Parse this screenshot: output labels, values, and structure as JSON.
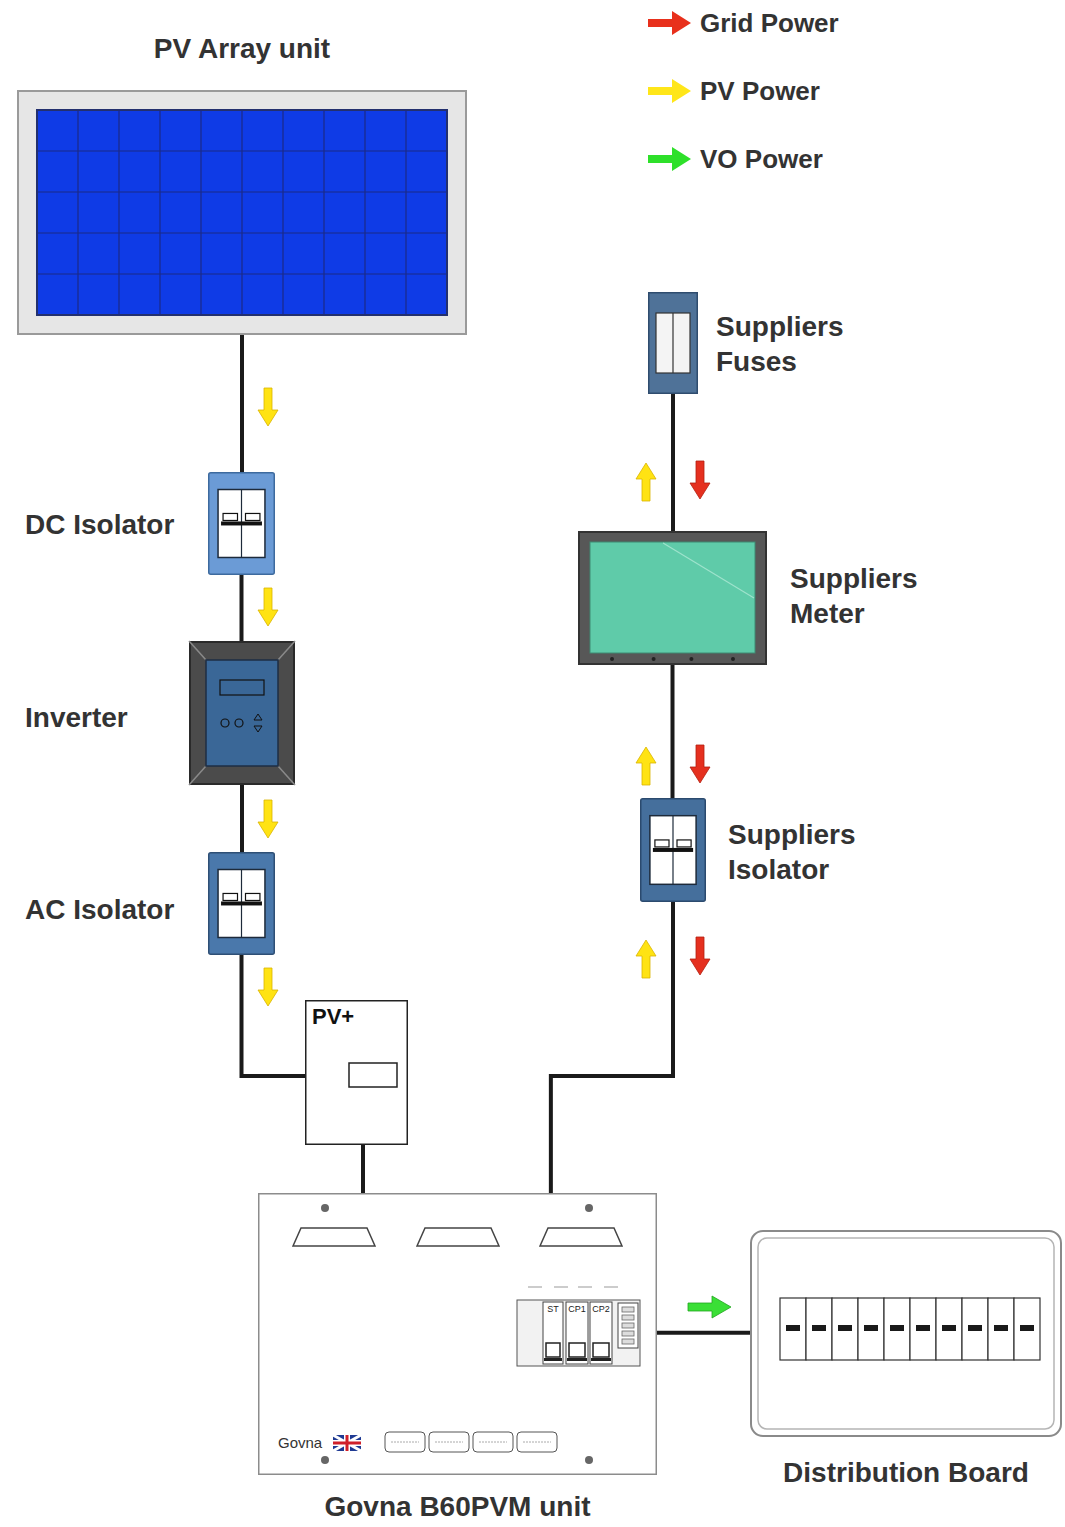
{
  "diagram": {
    "nodes": [
      {
        "text": [
          "PV Array unit"
        ]
      },
      {
        "text": [
          "DC Isolator"
        ]
      },
      {
        "text": [
          "Inverter"
        ]
      },
      {
        "text": [
          "AC Isolator"
        ]
      },
      {
        "text": [
          "PV+"
        ]
      },
      {
        "text": [
          "Suppliers Fuses"
        ]
      },
      {
        "text": [
          "Suppliers Meter"
        ]
      },
      {
        "text": [
          "Suppliers Isolator"
        ]
      },
      {
        "text": [
          "Govna B60PVM unit",
          "Govna"
        ]
      },
      {
        "text": [
          "Distribution Board"
        ]
      }
    ],
    "edges": [
      {
        "from": 0,
        "to": 1,
        "arrow": "none"
      },
      {
        "from": 1,
        "to": 2,
        "arrow": "none"
      },
      {
        "from": 2,
        "to": 3,
        "arrow": "none"
      },
      {
        "from": 3,
        "to": 4,
        "arrow": "none"
      },
      {
        "from": 4,
        "to": 8,
        "arrow": "none"
      },
      {
        "from": 5,
        "to": 6,
        "arrow": "none"
      },
      {
        "from": 6,
        "to": 7,
        "arrow": "none"
      },
      {
        "from": 7,
        "to": 8,
        "arrow": "none"
      },
      {
        "from": 8,
        "to": 9,
        "arrow": "none"
      }
    ],
    "labels": [
      "ST",
      "CP1",
      "CP2"
    ],
    "legend": [
      {
        "text": "Grid Power",
        "color": "#e8301c"
      },
      {
        "text": "PV Power",
        "color": "#ffe619"
      },
      {
        "text": "VO Power",
        "color": "#2ee02a"
      }
    ]
  }
}
